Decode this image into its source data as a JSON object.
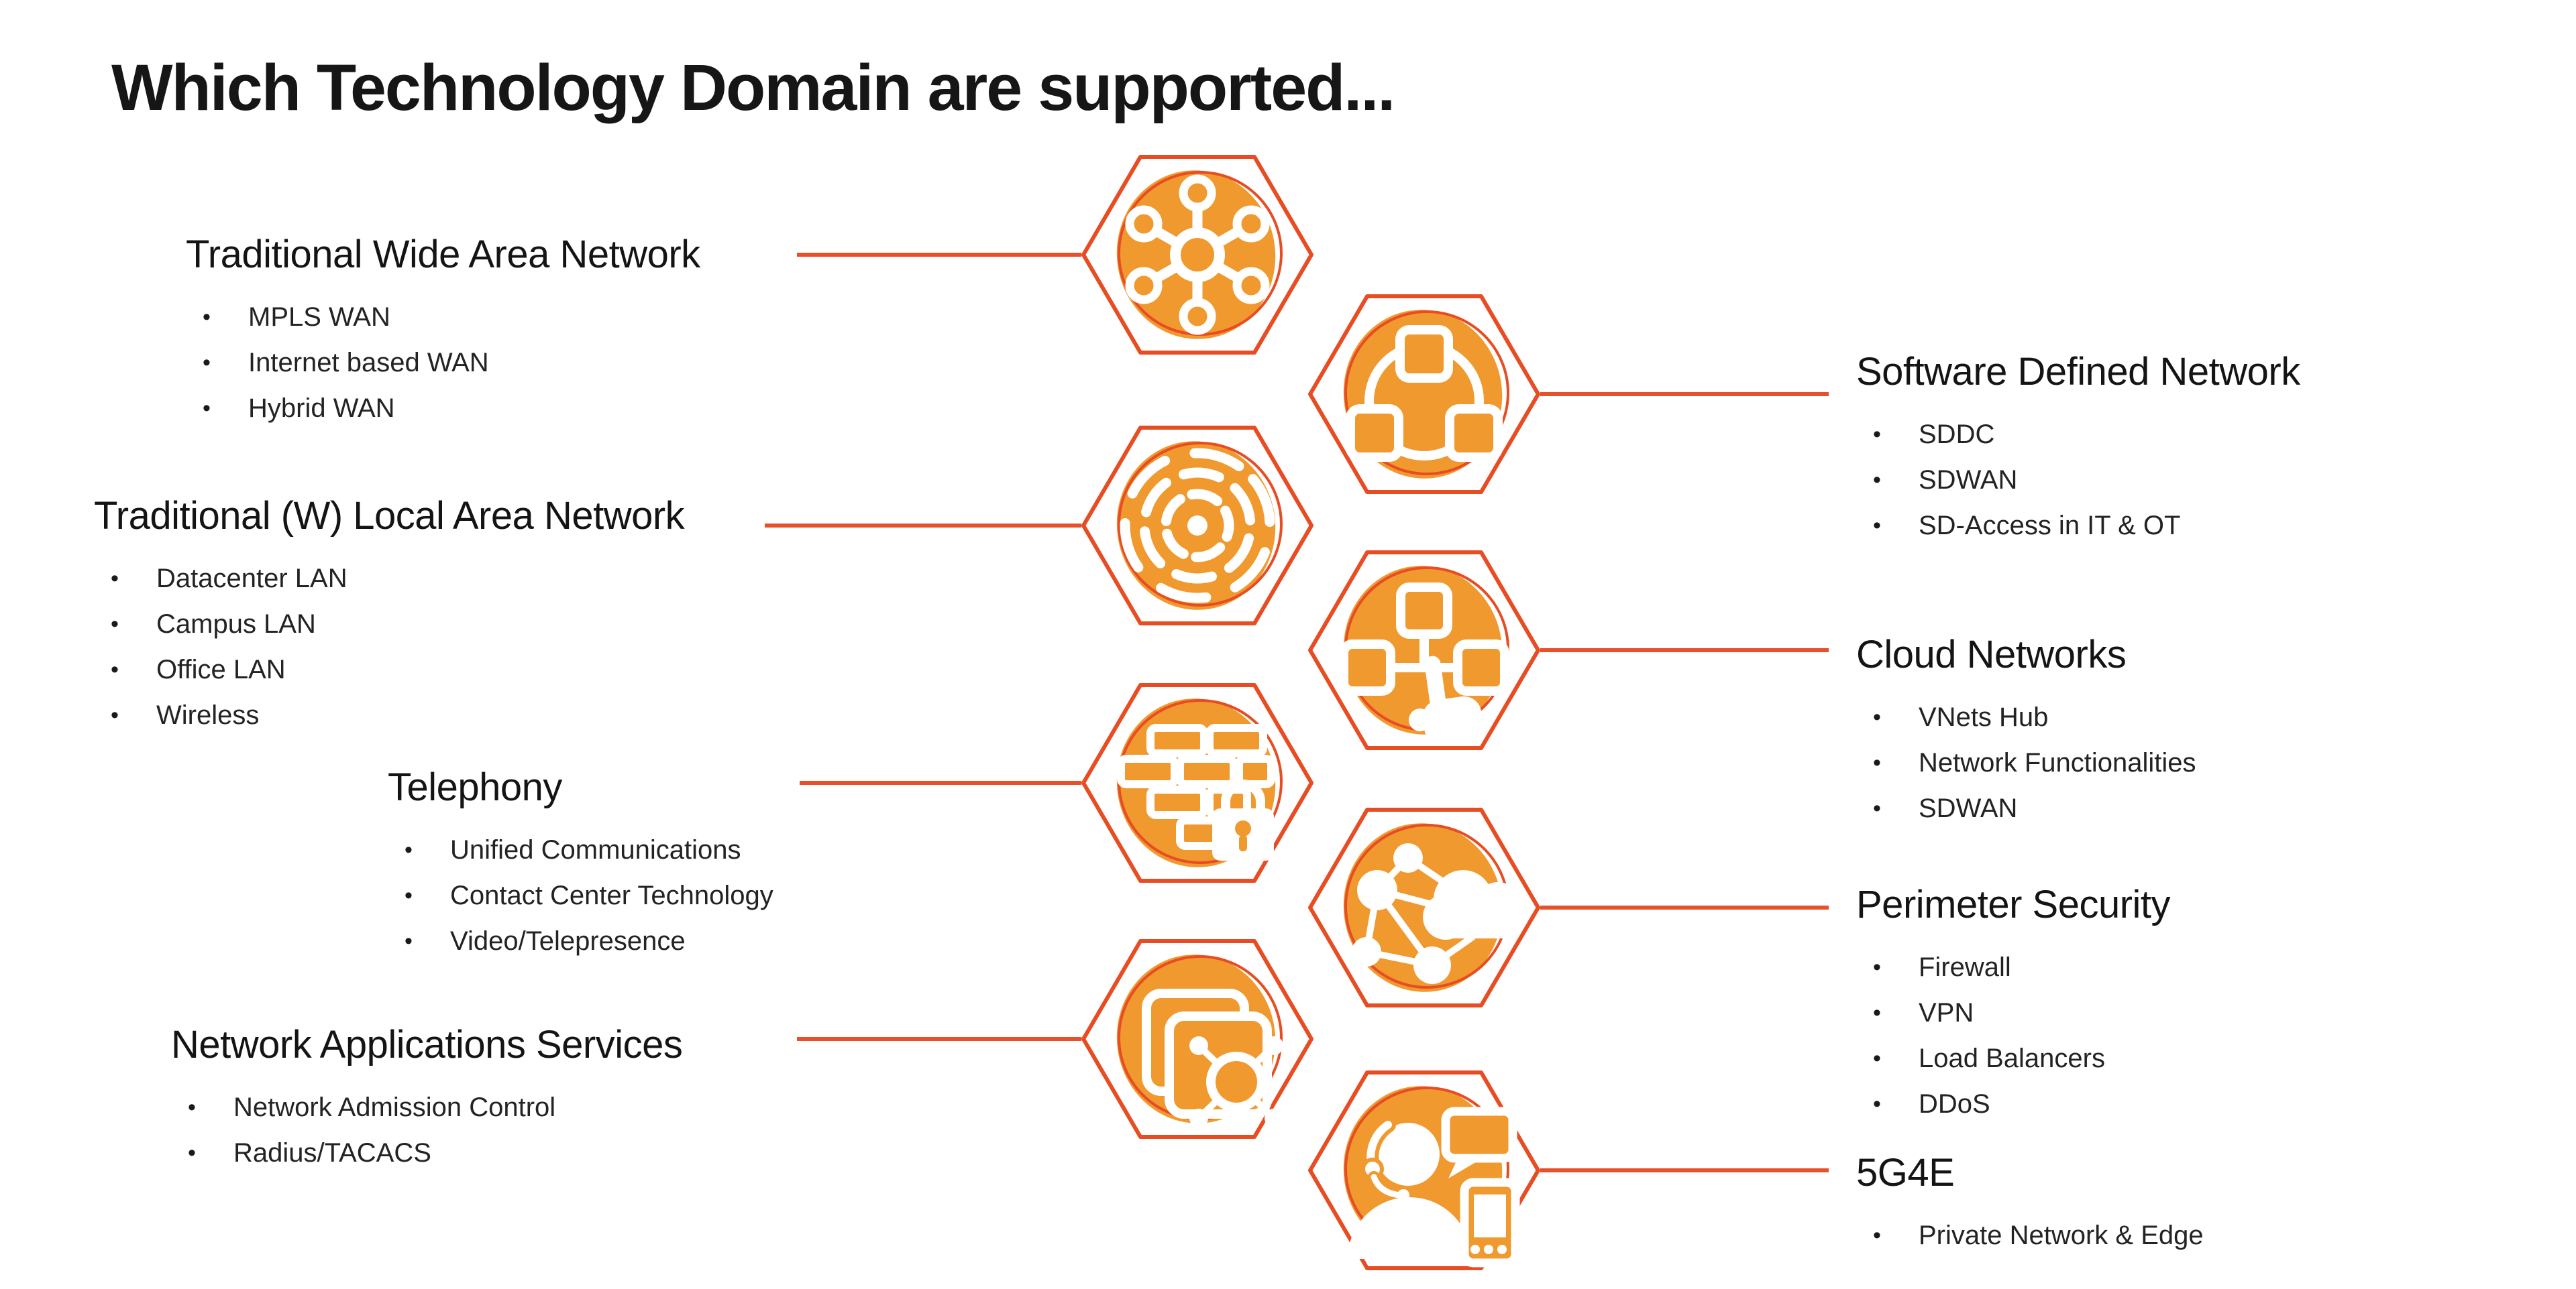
{
  "title": "Which Technology Domain are supported...",
  "colors": {
    "orange_fill": "#F0992E",
    "orange_line": "#E84C22",
    "connector": "#E8502A",
    "title_text": "#161616",
    "body_text": "#232323"
  },
  "groups": {
    "wan": {
      "heading": "Traditional Wide Area Network",
      "bullets": [
        "MPLS WAN",
        "Internet based WAN",
        "Hybrid WAN"
      ]
    },
    "lan": {
      "heading": "Traditional (W) Local Area Network",
      "bullets": [
        "Datacenter LAN",
        "Campus LAN",
        "Office LAN",
        "Wireless"
      ]
    },
    "telephony": {
      "heading": "Telephony",
      "bullets": [
        "Unified Communications",
        "Contact Center Technology",
        "Video/Telepresence"
      ]
    },
    "apps": {
      "heading": "Network Applications Services",
      "bullets": [
        "Network Admission Control",
        "Radius/TACACS"
      ]
    },
    "sdn": {
      "heading": "Software Defined Network",
      "bullets": [
        "SDDC",
        "SDWAN",
        "SD-Access in IT & OT"
      ]
    },
    "cloud": {
      "heading": "Cloud Networks",
      "bullets": [
        "VNets Hub",
        "Network Functionalities",
        "SDWAN"
      ]
    },
    "perimeter": {
      "heading": "Perimeter Security",
      "bullets": [
        "Firewall",
        "VPN",
        "Load Balancers",
        "DDoS"
      ]
    },
    "fiveg": {
      "heading": "5G4E",
      "bullets": [
        "Private Network & Edge"
      ]
    }
  },
  "icons": {
    "wan": "hub-network-icon",
    "sdn": "node-cluster-icon",
    "lan": "radar-waves-icon",
    "cloud": "sitemap-pointer-icon",
    "telephony": "firewall-lock-icon",
    "perimeter": "cloud-network-icon",
    "apps": "layers-network-icon",
    "fiveg": "support-agent-icon"
  }
}
